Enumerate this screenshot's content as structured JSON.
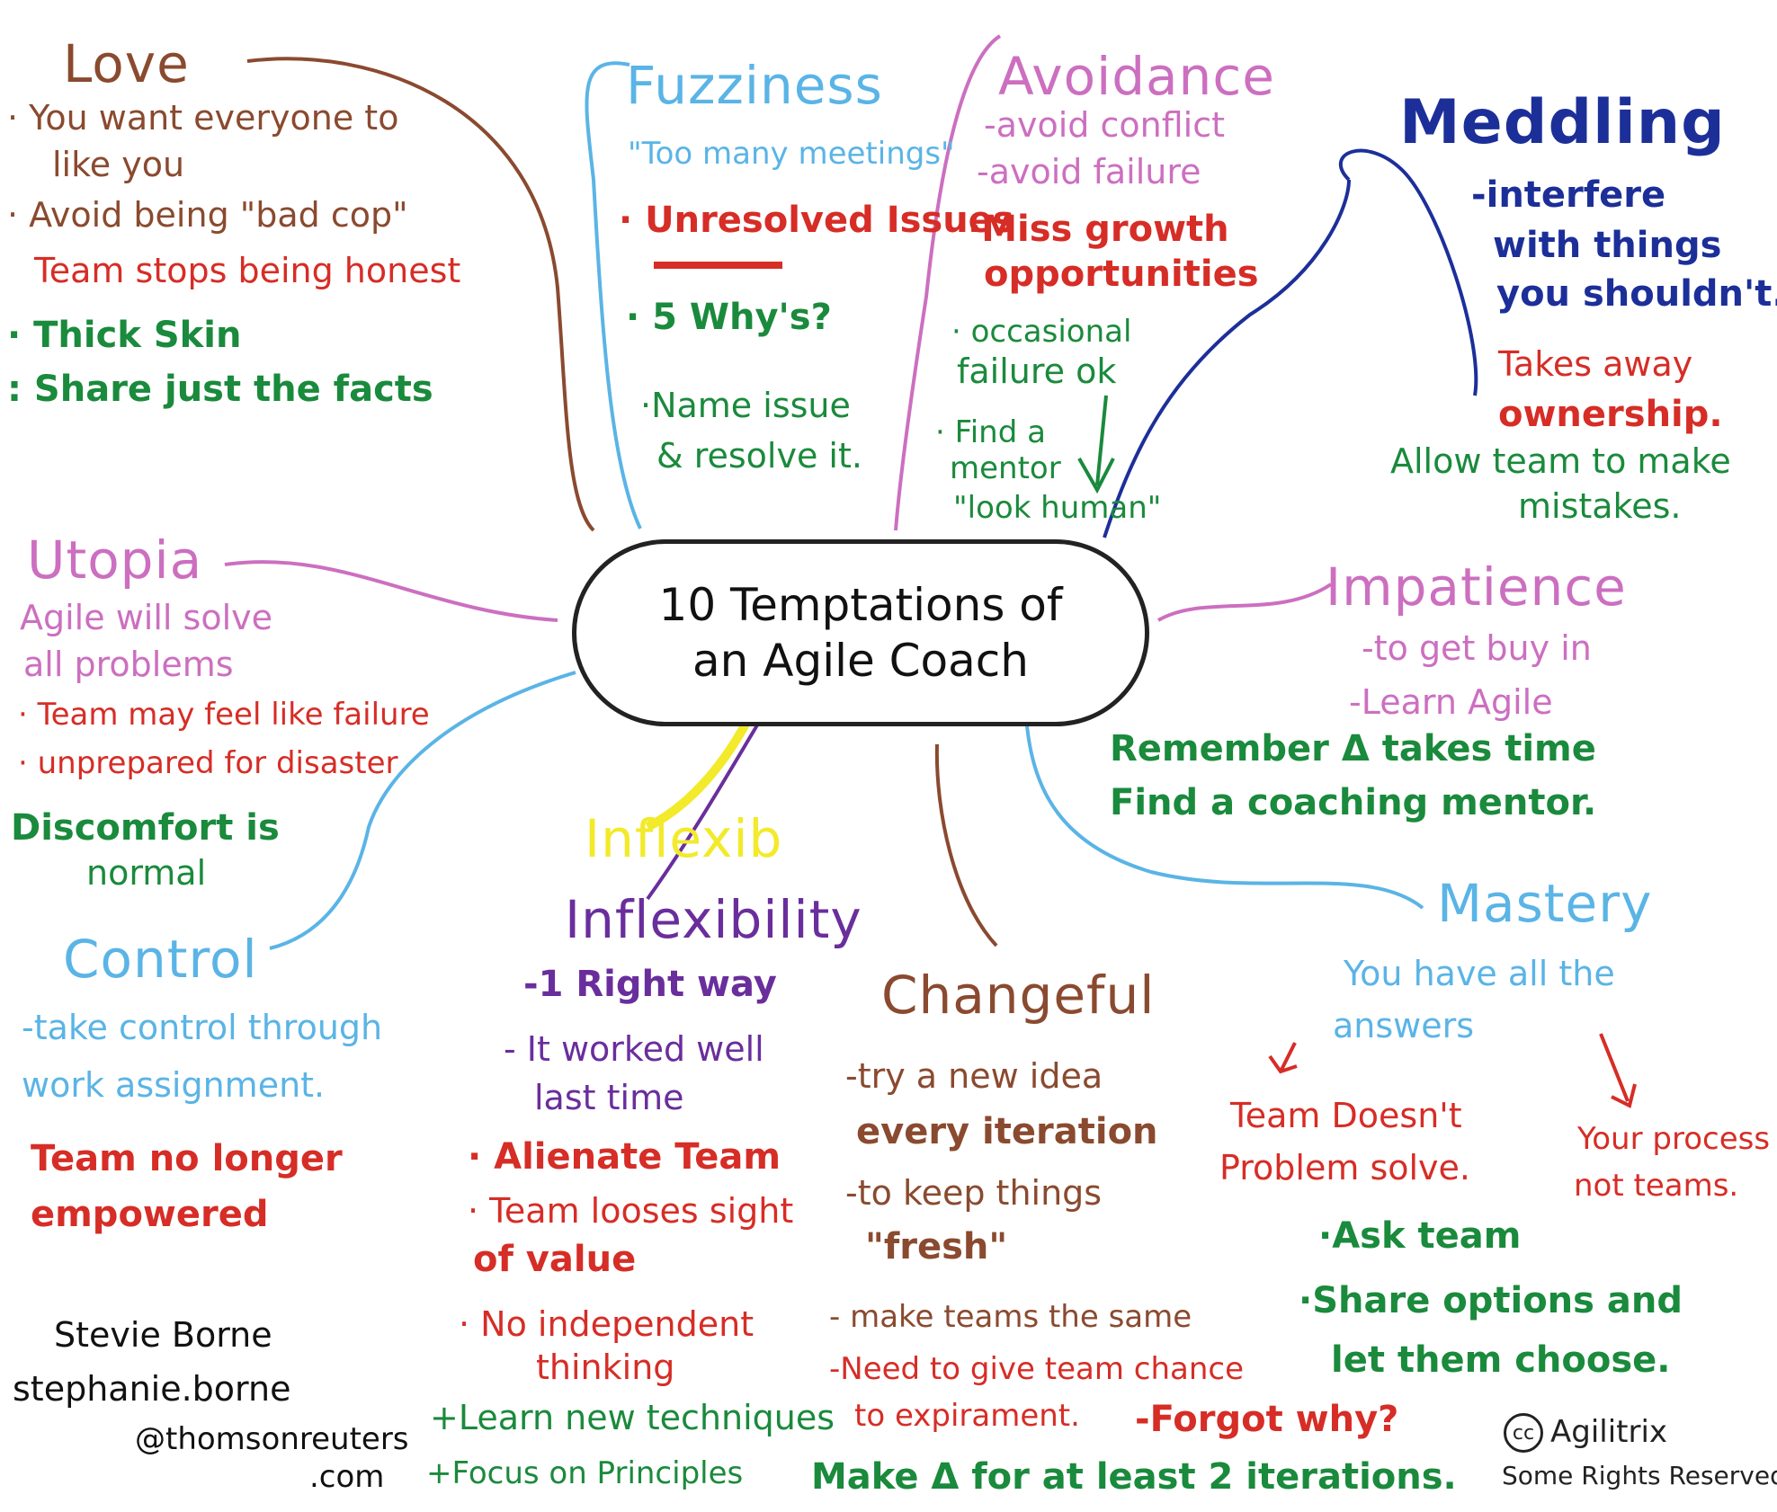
{
  "center": {
    "line1": "10 Temptations of",
    "line2": "an Agile Coach"
  },
  "colors": {
    "brown": "#8a4a2f",
    "red": "#d62d26",
    "green": "#1a8a3c",
    "blue": "#5ab4e6",
    "pink": "#cc6fc0",
    "navy": "#1c2f99",
    "purple": "#6a2e9c",
    "yellow": "#f2ea2a",
    "black": "#111111"
  },
  "love": {
    "title": "Love",
    "items": [
      "· You want everyone to",
      "like you",
      "· Avoid being \"bad cop\"",
      "Team stops being honest",
      "· Thick Skin",
      ": Share just the facts"
    ]
  },
  "fuzziness": {
    "title": "Fuzziness",
    "items": [
      "\"Too many meetings\"",
      "· Unresolved Issues",
      "· 5 Why's?",
      "·Name issue",
      "& resolve it."
    ]
  },
  "avoidance": {
    "title": "Avoidance",
    "items": [
      "-avoid conflict",
      "-avoid failure",
      "·Miss growth",
      "opportunities",
      "· occasional",
      "failure ok",
      "· Find a",
      "mentor",
      "\"look human\""
    ]
  },
  "meddling": {
    "title": "Meddling",
    "items": [
      "-interfere",
      "with things",
      "you shouldn't.",
      "Takes away",
      "ownership.",
      "Allow team to make",
      "mistakes."
    ]
  },
  "utopia": {
    "title": "Utopia",
    "items": [
      "Agile will solve",
      "all problems",
      "· Team may feel like failure",
      "· unprepared for disaster",
      "Discomfort is",
      "normal"
    ]
  },
  "impatience": {
    "title": "Impatience",
    "items": [
      "-to get buy in",
      "-Learn Agile",
      "Remember Δ takes time",
      "Find a coaching mentor."
    ]
  },
  "control": {
    "title": "Control",
    "items": [
      "-take control through",
      "work assignment.",
      "Team no longer",
      "empowered"
    ]
  },
  "inflexibility": {
    "scribble": "Inflexib",
    "title": "Inflexibility",
    "items": [
      "-1 Right way",
      "- It worked well",
      "last time",
      "· Alienate Team",
      "· Team looses sight",
      "of value",
      "· No independent",
      "thinking",
      "+Learn new techniques",
      "+Focus on Principles"
    ]
  },
  "changeful": {
    "title": "Changeful",
    "items": [
      "-try a new idea",
      "every iteration",
      "-to keep things",
      "\"fresh\"",
      "- make teams the same",
      "-Need to give team chance",
      "to expirament.",
      "-Forgot why?",
      "Make Δ for at least 2 iterations."
    ]
  },
  "mastery": {
    "title": "Mastery",
    "items": [
      "You have all the",
      "answers",
      "Team Doesn't",
      "Problem solve.",
      "Your process",
      "not teams.",
      "·Ask team",
      "·Share options and",
      "let them choose."
    ]
  },
  "signature": {
    "lines": [
      "Stevie Borne",
      "stephanie.borne",
      "@thomsonreuters",
      ".com"
    ]
  },
  "license": {
    "cc": "cc",
    "name": "Agilitrix",
    "rights": "Some Rights Reserved"
  }
}
